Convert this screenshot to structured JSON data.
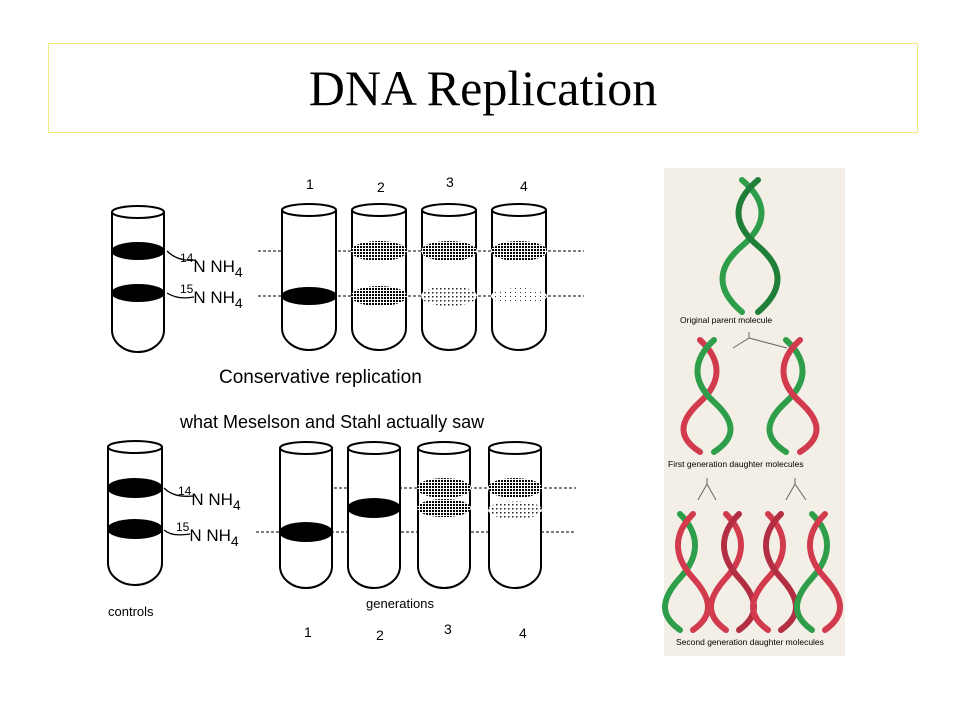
{
  "title": "DNA Replication",
  "diagram": {
    "top_panel": {
      "tube_numbers": [
        "1",
        "2",
        "3",
        "4"
      ],
      "label_14": {
        "sup": "14",
        "main": "N NH",
        "sub": "4"
      },
      "label_15": {
        "sup": "15",
        "main": "N NH",
        "sub": "4"
      },
      "caption": "Conservative replication"
    },
    "bottom_panel": {
      "heading": "what Meselson and Stahl actually saw",
      "tube_numbers": [
        "1",
        "2",
        "3",
        "4"
      ],
      "label_14": {
        "sup": "14",
        "main": "N NH",
        "sub": "4"
      },
      "label_15": {
        "sup": "15",
        "main": "N NH",
        "sub": "4"
      },
      "controls_label": "controls",
      "generations_label": "generations"
    }
  },
  "illustration": {
    "caption_parent": "Original parent molecule",
    "caption_first": "First generation daughter molecules",
    "caption_second": "Second generation daughter molecules",
    "colors": {
      "green_strand": "#2e9e4a",
      "red_strand": "#d23a4e",
      "background": "#f3efe6"
    }
  }
}
